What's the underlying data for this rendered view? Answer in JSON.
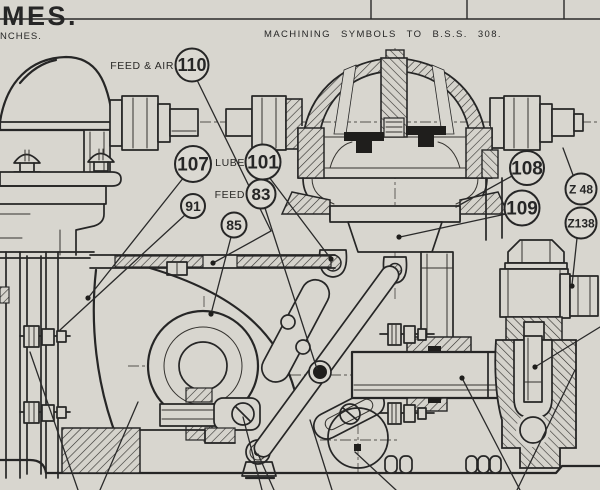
{
  "page": {
    "paper_color": "#d8d6cf",
    "ink_color": "#262626"
  },
  "header": {
    "title_fragment": "MES.",
    "scale_label_fragment": "NCHES.",
    "machining_note": "MACHINING SYMBOLS TO B.S.S. 308."
  },
  "labels": {
    "feed_air": "FEED & AIR",
    "lube": "LUBE",
    "feed": "FEED"
  },
  "balloons": {
    "b110": "110",
    "b107": "107",
    "b101": "101",
    "b83": "83",
    "b91": "91",
    "b85": "85",
    "b108": "108",
    "b109": "109",
    "z48": "Z 48",
    "z138": "Z138"
  }
}
